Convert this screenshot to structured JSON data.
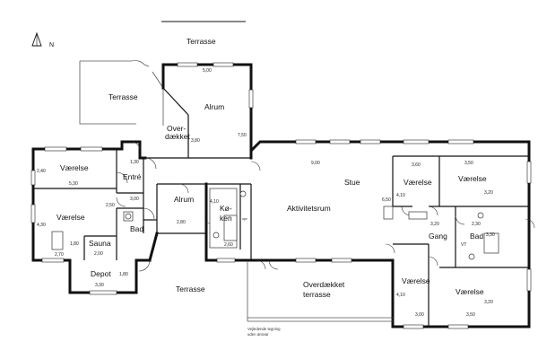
{
  "compass": {
    "label": "N"
  },
  "rooms": {
    "terrasse_top": "Terrasse",
    "terrasse_left": "Terrasse",
    "alrum_top": "Alrum",
    "overdaekket_1": "Over-",
    "overdaekket_2": "dækket",
    "vaerelse_a": "Værelse",
    "entre": "Entré",
    "vaerelse_b": "Værelse",
    "sauna": "Sauna",
    "bad_left": "Bad",
    "depot": "Depot",
    "alrum_mid": "Alrum",
    "koekken_1": "Kø-",
    "koekken_2": "ken",
    "aktivitetsrum": "Aktivitetsrum",
    "stue": "Stue",
    "vaerelse_c": "Værelse",
    "vaerelse_d": "Værelse",
    "gang": "Gang",
    "bad_right": "Bad",
    "vaerelse_e": "Værelse",
    "vaerelse_f": "Værelse",
    "overdaekket_terrasse_1": "Overdækket",
    "overdaekket_terrasse_2": "terrasse",
    "terrasse_bottom": "Terrasse"
  },
  "dimensions": {
    "d_5_00": "5,00",
    "d_7_50": "7,50",
    "d_3_80": "3,80",
    "d_2_40": "2,40",
    "d_5_30": "5,30",
    "d_1_30": "1,30",
    "d_3_00a": "3,00",
    "d_2_50": "2,50",
    "d_4_30": "4,30",
    "d_1_80a": "1,80",
    "d_2_70": "2,70",
    "d_2_00": "2,00",
    "d_1_80b": "1,80",
    "d_3_30a": "3,30",
    "d_2_80": "2,80",
    "d_4_10a": "4,10",
    "d_2_60": "2,60",
    "d_9_00": "9,00",
    "d_6_50": "6,50",
    "d_3_60": "3,60",
    "d_4_10b": "4,10",
    "d_3_50a": "3,50",
    "d_3_20a": "3,20",
    "d_3_20b": "3,20",
    "d_2_30": "2,30",
    "d_3_30b": "3,30",
    "d_4_10c": "4,10",
    "d_3_00b": "3,00",
    "d_3_50b": "3,50",
    "d_3_20c": "3,20"
  },
  "fixtures": {
    "vt": "VT",
    "opv": "opv"
  },
  "note": {
    "line1": "Vejledende tegning",
    "line2": "uden ansvar"
  }
}
